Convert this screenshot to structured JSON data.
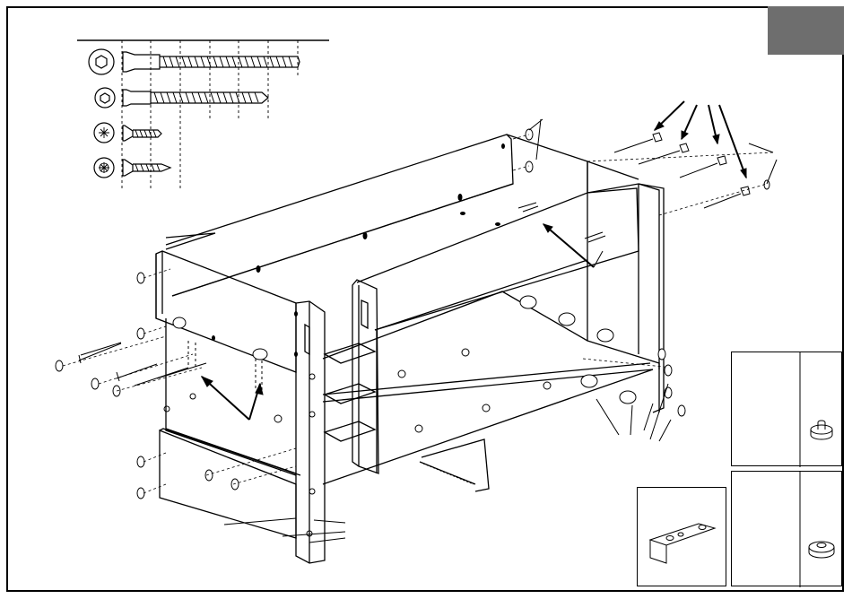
{
  "step_number": "",
  "colors": {
    "frame": "#000000",
    "step_tab": "#6e6e6e",
    "line": "#000000",
    "paper": "#ffffff"
  },
  "hardware": [
    {
      "name": "confirmat-screw-long",
      "head": "hex-socket-icon"
    },
    {
      "name": "confirmat-screw-short",
      "head": "hex-socket-icon"
    },
    {
      "name": "wood-screw-small",
      "head": "pozidriv-icon"
    },
    {
      "name": "wood-screw-pointed",
      "head": "pozidriv-icon"
    }
  ],
  "details": [
    {
      "name": "detail-cam-dowel-top"
    },
    {
      "name": "detail-cam-dowel-bottom"
    },
    {
      "name": "detail-metal-bracket"
    }
  ]
}
